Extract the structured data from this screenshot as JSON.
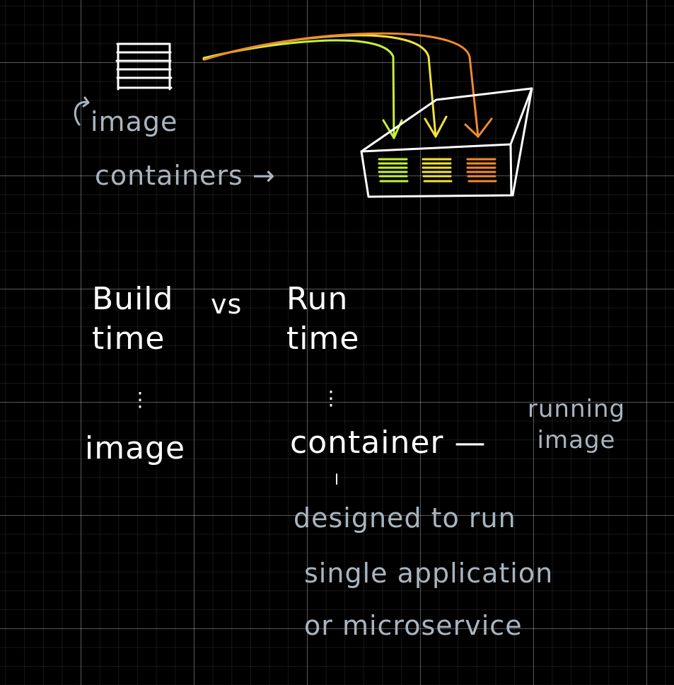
{
  "labels": {
    "image_label": "image",
    "containers_label": "containers →",
    "build_time": "Build time",
    "vs": "vs",
    "run_time": "Run time",
    "build_dots": "⋮",
    "run_dots": "⋮",
    "image_word": "image",
    "container_word": "container —",
    "running_image": "running image",
    "description_lines": [
      "designed to run",
      "single application",
      "or microservice"
    ]
  },
  "colors": {
    "ink_white": "#ffffff",
    "ink_gray": "#a9b5c0",
    "container_1": "#c5f03a",
    "container_2": "#f2e23a",
    "container_3": "#f08a30"
  }
}
